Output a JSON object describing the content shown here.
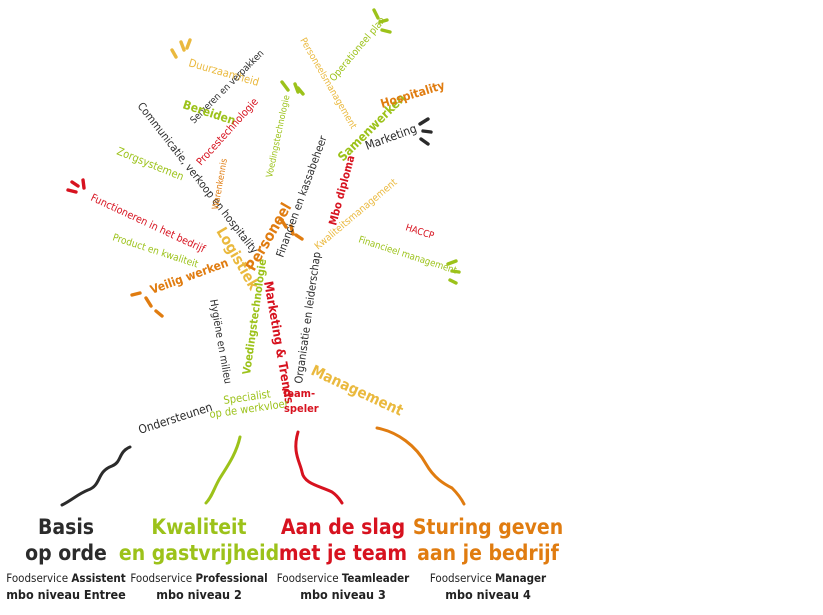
{
  "colors": {
    "black": "#2b2b2b",
    "lime": "#9cc21a",
    "red": "#d7121f",
    "orange": "#e07c10",
    "yellow": "#eab93e"
  },
  "tree_labels": {
    "duurzaamheid": "Duurzaamheid",
    "serveren": "Serveren en verpakken",
    "bereiden": "Bereiden",
    "communicatie": "Communicatie, verkoop en hospitality",
    "procestechnologie": "Procestechnologie",
    "personeelsmanagement": "Personeelsmanagement",
    "operationeel_plan": "Operationeel plan",
    "voedingstechnologie_top": "Voedingstechnologie",
    "samenwerken": "Samenwerken",
    "hospitality": "Hospitality",
    "marketing": "Marketing",
    "zorgsystemen": "Zorgsystemen",
    "warenkennis": "Warenkennis",
    "financien": "Financien en kassabeheer",
    "mbo_diploma": "Mbo diploma",
    "functioneren": "Functioneren in het bedrijf",
    "kwaliteitsmanagement": "Kwaliteitsmanagement",
    "haccp": "HACCP",
    "financieel_management": "Financieel management",
    "product": "Product en kwaliteit",
    "logistiek": "Logistiek",
    "personeel": "Personeel",
    "veilig": "Veilig werken",
    "hygiene": "Hygiëne en milieu",
    "voedingstechnologie_trunk": "Voedingstechnologie",
    "marketing_trends": "Marketing & Trends",
    "organisatie": "Organisatie en leiderschap",
    "management": "Management",
    "ondersteunen": "Ondersteunen",
    "specialist_1": "Specialist",
    "specialist_2": "op de werkvloer",
    "teamspeler_1": "Team-",
    "teamspeler_2": "speler"
  },
  "columns": [
    {
      "title_1": "Basis",
      "title_2": "op orde",
      "role_prefix": "Foodservice ",
      "role_bold": "Assistent",
      "level": "mbo niveau Entree"
    },
    {
      "title_1": "Kwaliteit",
      "title_2": "en gastvrijheid",
      "role_prefix": "Foodservice ",
      "role_bold": "Professional",
      "level": "mbo niveau 2"
    },
    {
      "title_1": "Aan de slag",
      "title_2": "met je team",
      "role_prefix": "Foodservice ",
      "role_bold": "Teamleader",
      "level": "mbo niveau 3"
    },
    {
      "title_1": "Sturing geven",
      "title_2": "aan je bedrijf",
      "role_prefix": "Foodservice ",
      "role_bold": "Manager",
      "level": "mbo niveau 4"
    }
  ]
}
